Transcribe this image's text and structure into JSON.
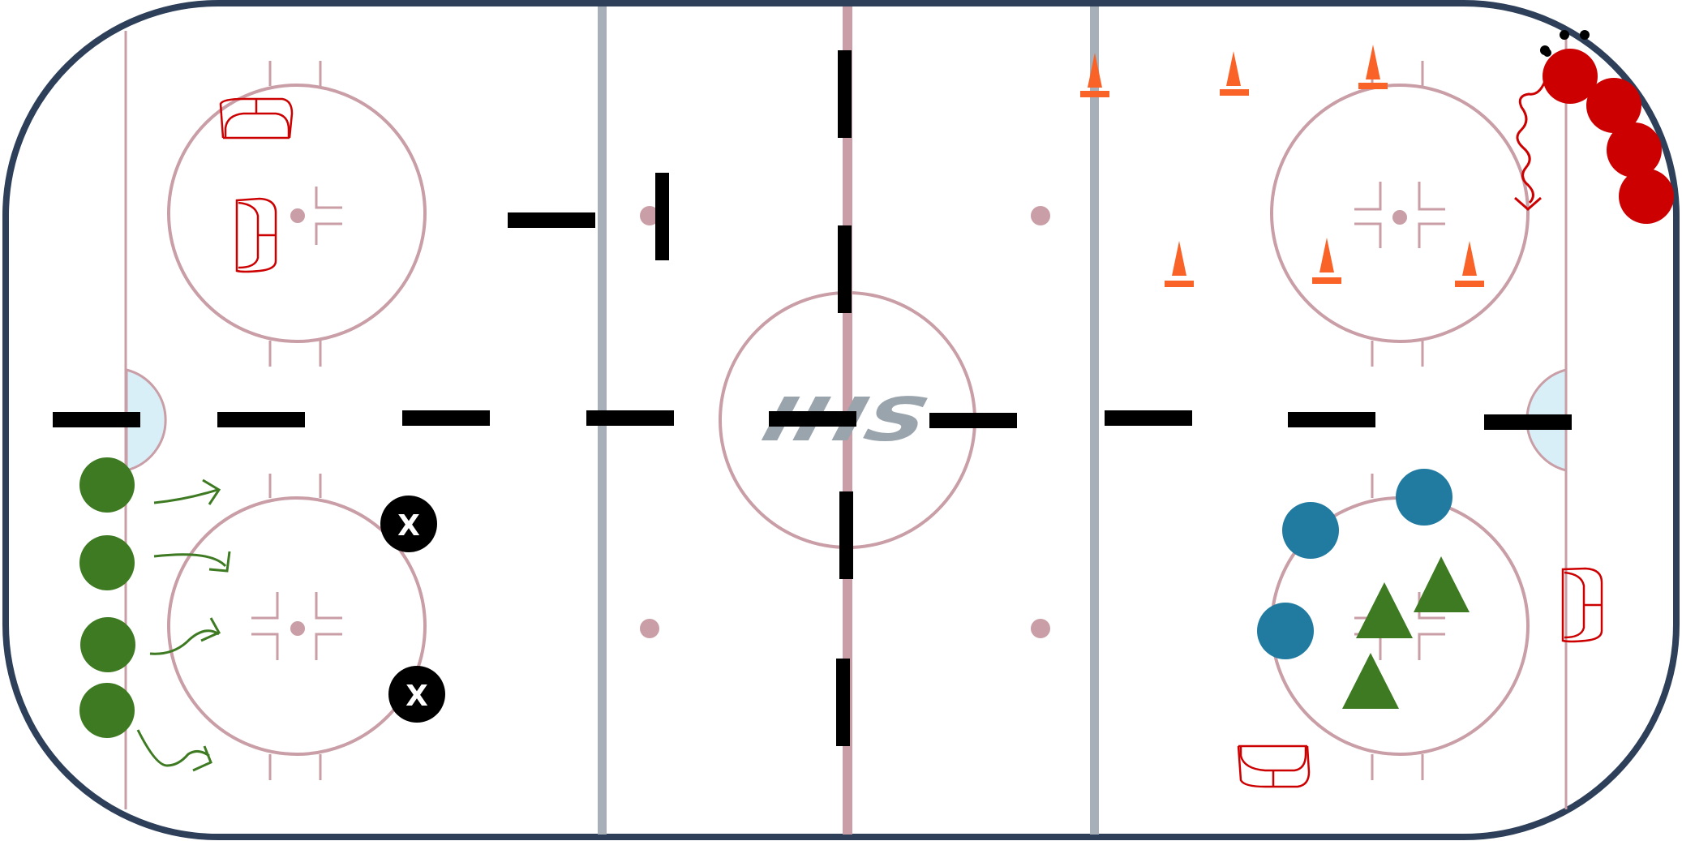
{
  "rink": {
    "logo_text": "IHS",
    "colors": {
      "boards": "#2e3f5a",
      "red_line": "#c99ea6",
      "blue_line": "#a7b0b8",
      "circle": "#c99ea6",
      "crease": "#d9eff8",
      "barrier": "#000000",
      "logo": "#9aa4ad",
      "net": "#cc0000"
    }
  },
  "players": {
    "green_team": {
      "color": "#3d7a22",
      "count": 4
    },
    "blue_team": {
      "color": "#217aa0",
      "count": 3
    },
    "red_team": {
      "color": "#cc0000",
      "count": 4
    },
    "green_triangles": {
      "color": "#3d7a22",
      "count": 3
    }
  },
  "coaches": [
    {
      "label": "X"
    },
    {
      "label": "X"
    }
  ],
  "cones": {
    "color": "#fa6328",
    "count": 6
  },
  "pucks": {
    "count": 4
  }
}
